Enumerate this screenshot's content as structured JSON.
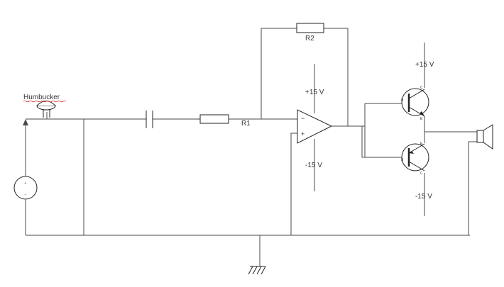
{
  "labels": {
    "humbucker": "Humbucker",
    "r1": "R1",
    "r2": "R2",
    "opamp_pos_supply": "+15 V",
    "opamp_neg_supply": "-15 V",
    "output_pos_supply": "+15 V",
    "output_neg_supply": "-15 V"
  },
  "opamp_pins": {
    "inverting": "−",
    "non_inverting": "+"
  },
  "source_pins": {
    "plus": "+",
    "minus": "−"
  },
  "transistor_pins": {
    "upper": {
      "base": "B",
      "collector": "C",
      "emitter": "E"
    },
    "lower": {
      "base": "B",
      "collector": "C",
      "emitter": "E"
    }
  },
  "colors": {
    "wire": "#4a4a4a",
    "component": "#222222",
    "spellcheck_underline": "#e02020"
  }
}
